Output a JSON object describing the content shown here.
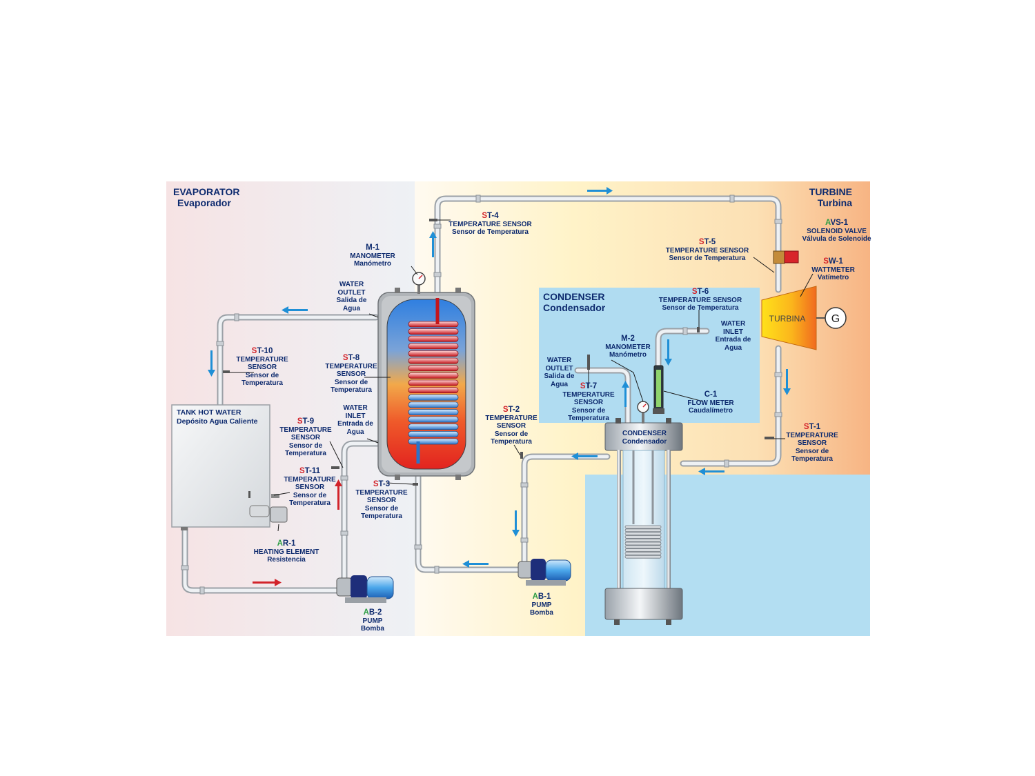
{
  "colors": {
    "prefix_red": "#d2232a",
    "prefix_green": "#2e9e45",
    "text_navy": "#0d2a6e",
    "flow_arrow_blue": "#1f8fd6",
    "flow_arrow_red": "#d2232a",
    "condenser_panel": "#aedcf2"
  },
  "sections": {
    "evaporator": {
      "en": "EVAPORATOR",
      "es": "Evaporador"
    },
    "turbine": {
      "en": "TURBINE",
      "es": "Turbina"
    },
    "condenser": {
      "en": "CONDENSER",
      "es": "Condensador"
    }
  },
  "turbine_text": "TURBINA",
  "generator_text": "G",
  "condenser_body": {
    "en": "CONDENSER",
    "es": "Condensador"
  },
  "tank": {
    "en": "TANK HOT WATER",
    "es": "Depósito Agua Caliente"
  },
  "labels": {
    "m1": {
      "prefix": "",
      "code": "M-1",
      "en": "MANOMETER",
      "es": "Manómetro"
    },
    "m2": {
      "prefix": "",
      "code": "M-2",
      "en": "MANOMETER",
      "es": "Manómetro"
    },
    "st4": {
      "prefix": "S",
      "code": "T-4",
      "en": "TEMPERATURE SENSOR",
      "es": "Sensor de Temperatura"
    },
    "st5": {
      "prefix": "S",
      "code": "T-5",
      "en": "TEMPERATURE SENSOR",
      "es": "Sensor de Temperatura"
    },
    "st6": {
      "prefix": "S",
      "code": "T-6",
      "en": "TEMPERATURE SENSOR",
      "es": "Sensor de Temperatura"
    },
    "st10": {
      "prefix": "S",
      "code": "T-10",
      "en": "TEMPERATURE SENSOR",
      "es": "Sensor de Temperatura"
    },
    "st8": {
      "prefix": "S",
      "code": "T-8",
      "en": "TEMPERATURE SENSOR",
      "es": "Sensor de Temperatura"
    },
    "st9": {
      "prefix": "S",
      "code": "T-9",
      "en": "TEMPERATURE SENSOR",
      "es": "Sensor de Temperatura"
    },
    "st11": {
      "prefix": "S",
      "code": "T-11",
      "en": "TEMPERATURE SENSOR",
      "es": "Sensor de Temperatura"
    },
    "st3": {
      "prefix": "S",
      "code": "T-3",
      "en": "TEMPERATURE SENSOR",
      "es": "Sensor de Temperatura"
    },
    "st2": {
      "prefix": "S",
      "code": "T-2",
      "en": "TEMPERATURE SENSOR",
      "es": "Sensor de Temperatura"
    },
    "st7": {
      "prefix": "S",
      "code": "T-7",
      "en": "TEMPERATURE SENSOR",
      "es": "Sensor de Temperatura"
    },
    "st1": {
      "prefix": "S",
      "code": "T-1",
      "en": "TEMPERATURE SENSOR",
      "es": "Sensor de Temperatura"
    },
    "avs1": {
      "prefix": "A",
      "code": "VS-1",
      "en": "SOLENOID VALVE",
      "es": "Válvula de Solenoide"
    },
    "sw1": {
      "prefix": "S",
      "code": "W-1",
      "en": "WATTMETER",
      "es": "Vatímetro"
    },
    "c1": {
      "prefix": "",
      "code": "C-1",
      "en": "FLOW METER",
      "es": "Caudalímetro"
    },
    "ar1": {
      "prefix": "A",
      "code": "R-1",
      "en": "HEATING ELEMENT",
      "es": "Resistencia"
    },
    "ab2": {
      "prefix": "A",
      "code": "B-2",
      "en": "PUMP",
      "es": "Bomba"
    },
    "ab1": {
      "prefix": "A",
      "code": "B-1",
      "en": "PUMP",
      "es": "Bomba"
    },
    "evap_out": {
      "prefix": "",
      "code": "",
      "en": "WATER OUTLET",
      "es": "Salida de Agua"
    },
    "evap_in": {
      "prefix": "",
      "code": "",
      "en": "WATER INLET",
      "es": "Entrada de Agua"
    },
    "cond_out": {
      "prefix": "",
      "code": "",
      "en": "WATER OUTLET",
      "es": "Salida de Agua"
    },
    "cond_in": {
      "prefix": "",
      "code": "",
      "en": "WATER INLET",
      "es": "Entrada de Agua"
    }
  }
}
